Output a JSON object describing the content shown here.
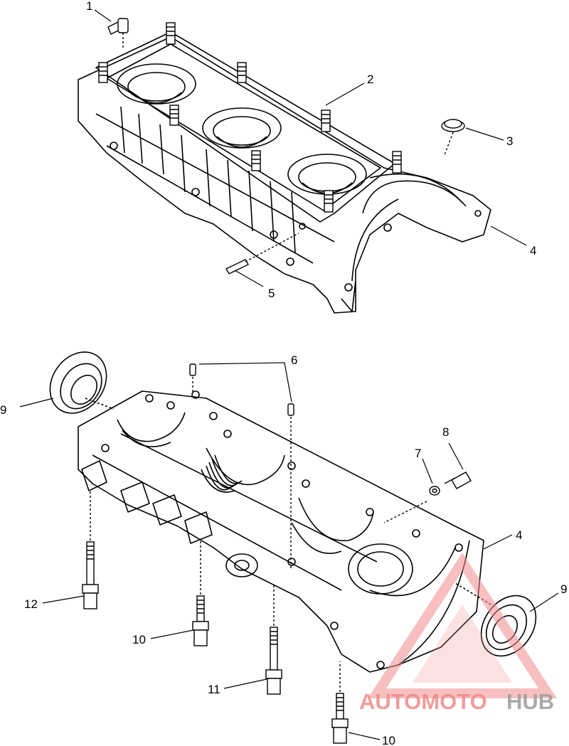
{
  "callouts": {
    "c1": "1",
    "c2": "2",
    "c3": "3",
    "c4_top": "4",
    "c5": "5",
    "c6": "6",
    "c7": "7",
    "c8": "8",
    "c4_bottom": "4",
    "c9_left": "9",
    "c9_right": "9",
    "c10_mid": "10",
    "c10_bottom": "10",
    "c11": "11",
    "c12": "12"
  },
  "watermark": {
    "text_part1": "AUTOMOTO",
    "text_part2": "HUB",
    "color_primary": "#f08a8a",
    "color_secondary": "#a0a0a0"
  },
  "colors": {
    "line": "#000000",
    "background": "#ffffff"
  }
}
